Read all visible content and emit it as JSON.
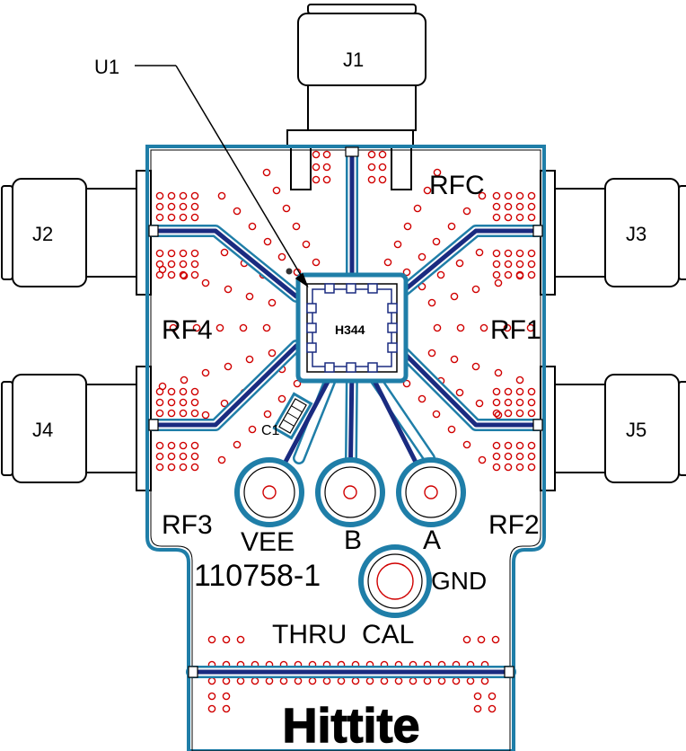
{
  "labels": {
    "u1": "U1",
    "j1": "J1",
    "j2": "J2",
    "j3": "J3",
    "j4": "J4",
    "j5": "J5",
    "rfc": "RFC",
    "rf1": "RF1",
    "rf2": "RF2",
    "rf3": "RF3",
    "rf4": "RF4",
    "chip": "H344",
    "c1": "C1",
    "vee": "VEE",
    "b": "B",
    "a": "A",
    "gnd": "GND",
    "part_number": "110758-1",
    "thru_cal": "THRU  CAL",
    "logo": "Hittite"
  },
  "colors": {
    "board_outline": "#1f7ea8",
    "trace_dark": "#1a2b80",
    "via": "#d00000",
    "outline": "#000000",
    "background": "#ffffff"
  }
}
